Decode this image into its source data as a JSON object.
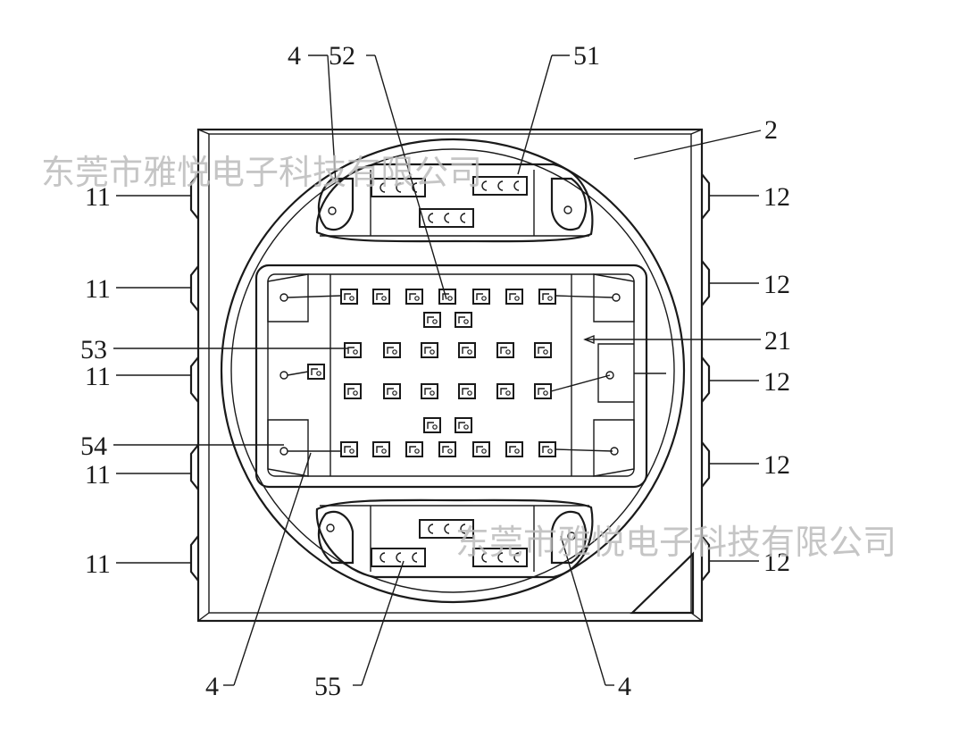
{
  "figure": {
    "labels": {
      "lead_left": "11",
      "lead_right": "12",
      "substrate": "2",
      "cavity": "21",
      "pad": "4",
      "chip_51": "51",
      "chip_52": "52",
      "chip_53": "53",
      "chip_54": "54",
      "chip_55": "55"
    },
    "watermark": "东莞市雅悦电子科技有限公司"
  }
}
